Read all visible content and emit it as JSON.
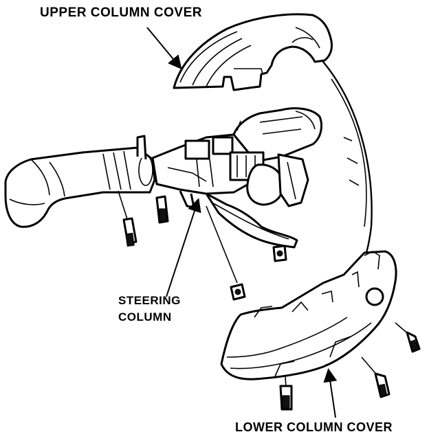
{
  "labels": {
    "upper_column_cover": "UPPER COLUMN COVER",
    "steering_column_line1": "STEERING",
    "steering_column_line2": "COLUMN",
    "lower_column_cover": "LOWER COLUMN COVER"
  },
  "colors": {
    "line": "#000000",
    "background": "#ffffff"
  }
}
